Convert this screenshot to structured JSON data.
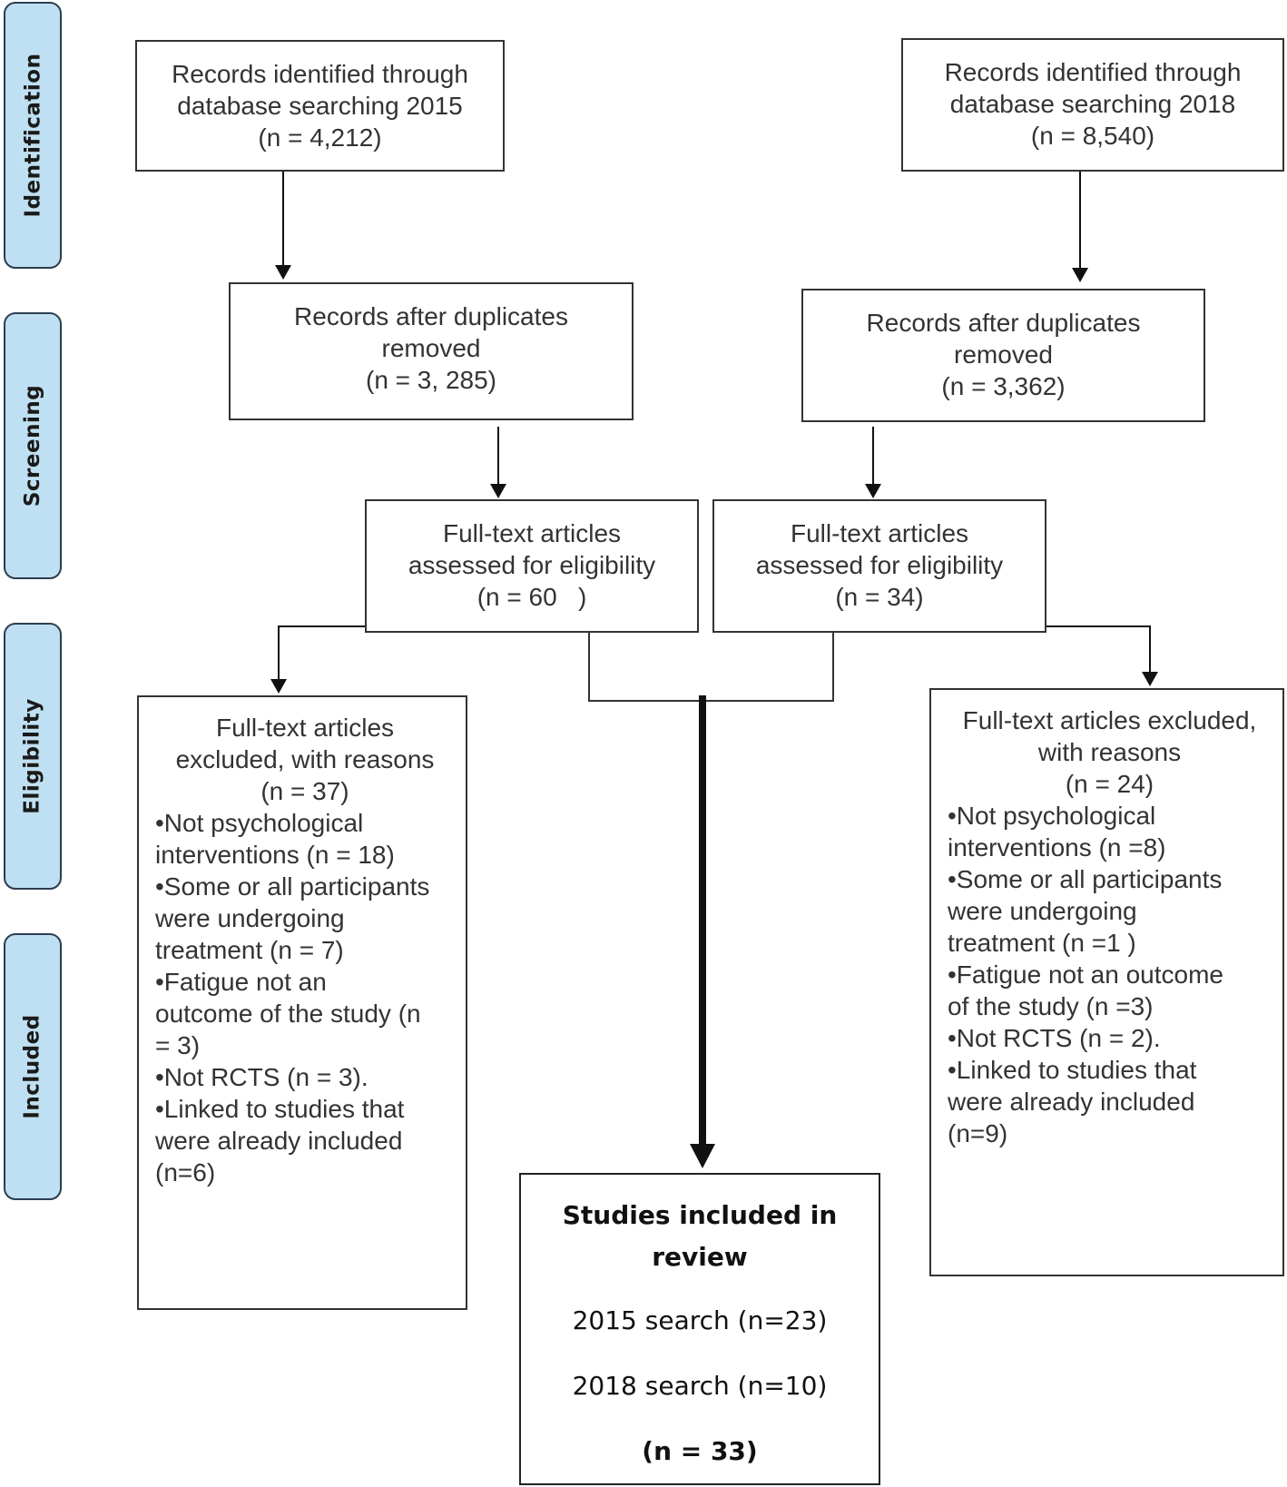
{
  "stages": {
    "identification": "Identification",
    "screening": "Screening",
    "eligibility": "Eligibility",
    "included": "Included"
  },
  "left": {
    "identified": {
      "line1": "Records identified through",
      "line2": "database searching 2015",
      "count": "(n = 4,212)"
    },
    "deduplicated": {
      "line1": "Records after duplicates",
      "line2": "removed",
      "count": "(n = 3, 285)"
    },
    "fulltext": {
      "line1": "Full-text articles",
      "line2": "assessed for eligibility",
      "count": "(n = 60   )"
    },
    "excluded": {
      "head1": "Full-text articles",
      "head2": "excluded, with reasons",
      "count": "(n = 37)",
      "lines": [
        "•Not psychological",
        "interventions (n = 18)",
        "•Some or all participants",
        "were undergoing",
        "treatment (n = 7)",
        "•Fatigue not an",
        "outcome of the study (n",
        "= 3)",
        "•Not RCTS (n = 3).",
        "•Linked to studies that",
        "were already included",
        "(n=6)"
      ]
    }
  },
  "right": {
    "identified": {
      "line1": "Records identified through",
      "line2": "database searching 2018",
      "count": "(n = 8,540)"
    },
    "deduplicated": {
      "line1": "Records after duplicates",
      "line2": "removed",
      "count": "(n = 3,362)"
    },
    "fulltext": {
      "line1": "Full-text articles",
      "line2": "assessed for eligibility",
      "count": "(n = 34)"
    },
    "excluded": {
      "head1": "Full-text articles excluded,",
      "head2": "with reasons",
      "count": "(n = 24)",
      "lines": [
        "•Not psychological",
        "interventions (n =8)",
        "•Some or all participants",
        "were undergoing",
        "treatment (n =1 )",
        "•Fatigue not an outcome",
        "of the study (n =3)",
        "•Not RCTS (n = 2).",
        "•Linked to studies that",
        "were already included",
        "(n=9)"
      ]
    }
  },
  "included": {
    "title1": "Studies included in",
    "title2": "review",
    "search2015": "2015 search (n=23)",
    "search2018": "2018 search (n=10)",
    "total": "(n = 33)"
  }
}
